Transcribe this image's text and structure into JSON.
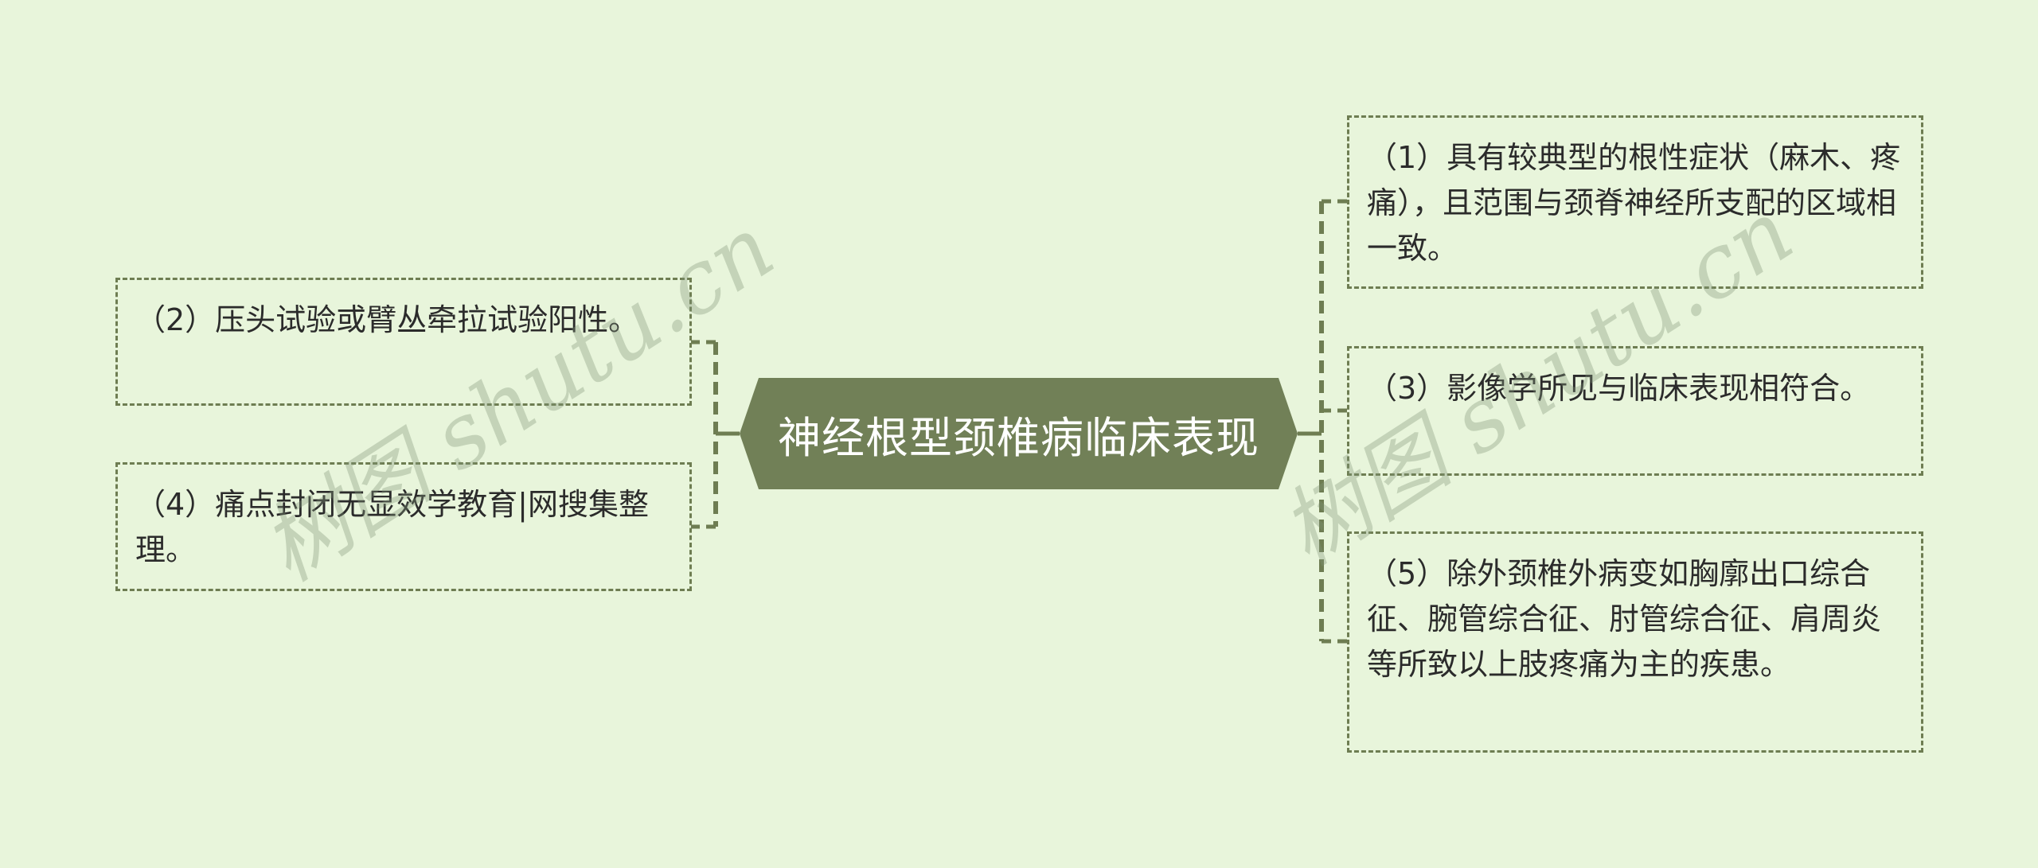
{
  "mindmap": {
    "root": {
      "label": "神经根型颈椎病临床表现"
    },
    "left_branches": [
      {
        "id": "2",
        "label": "（2）压头试验或臂丛牵拉试验阳性。"
      },
      {
        "id": "4",
        "label": "（4）痛点封闭无显效学教育|网搜集整理。"
      }
    ],
    "right_branches": [
      {
        "id": "1",
        "label": "（1）具有较典型的根性症状（麻木、疼痛），且范围与颈脊神经所支配的区域相一致。"
      },
      {
        "id": "3",
        "label": "（3）影像学所见与临床表现相符合。"
      },
      {
        "id": "5",
        "label": "（5）除外颈椎外病变如胸廓出口综合征、腕管综合征、肘管综合征、肩周炎等所致以上肢疼痛为主的疾患。"
      }
    ]
  },
  "watermarks": [
    {
      "text": "树图 shutu.cn"
    },
    {
      "text": "树图 shutu.cn"
    }
  ],
  "colors": {
    "background": "#e8f5db",
    "root_fill": "#718057",
    "root_text": "#ffffff",
    "connector": "#6e7d52",
    "leaf_border": "#6e7d52",
    "leaf_text": "#2b2b2b"
  }
}
